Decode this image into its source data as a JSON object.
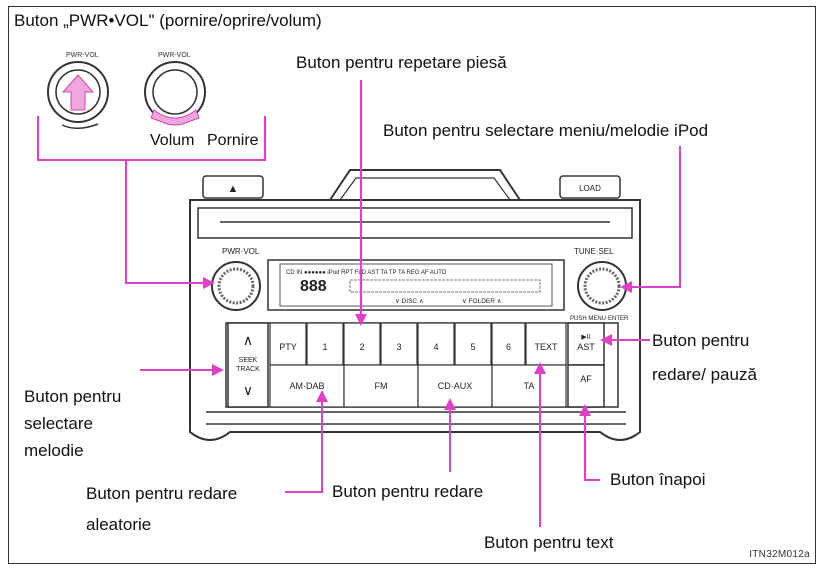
{
  "callouts": {
    "pwr_vol": "Buton „PWR•VOL\" (pornire/oprire/volum)",
    "volum": "Volum",
    "pornire": "Pornire",
    "repeat": "Buton pentru repetare piesă",
    "tune_sel": "Buton pentru selectare meniu/melodie iPod",
    "play_pause_1": "Buton pentru",
    "play_pause_2": "redare/ pauză",
    "seek_1": "Buton pentru",
    "seek_2": "selectare",
    "seek_3": "melodie",
    "random_1": "Buton pentru redare",
    "random_2": "aleatorie",
    "play": "Buton pentru redare",
    "back": "Buton înapoi",
    "text": "Buton pentru text"
  },
  "figure_code": "ITN32M012a",
  "panel": {
    "eject": "▲",
    "load": "LOAD",
    "pwr_vol": "PWR·VOL",
    "tune_sel": "TUNE·SEL",
    "push_enter": "PUSH MENU·ENTER",
    "seek_up": "∧",
    "seek_label_1": "SEEK",
    "seek_label_2": "TRACK",
    "seek_down": "∨",
    "presets": [
      "PTY",
      "1",
      "2",
      "3",
      "4",
      "5",
      "6",
      "TEXT"
    ],
    "band_buttons": [
      "AM·DAB",
      "FM",
      "CD·AUX",
      "TA"
    ],
    "ast_top": "▶II",
    "ast": "AST",
    "af": "AF",
    "knob_label": "PWR-VOL",
    "display_top": "CD IN ●●●●●● iPod RPT FLD AST TA  TP TA REG AF AUTO",
    "display_digits": "888",
    "display_bottom_1": "∨ DISC ∧",
    "display_bottom_2": "∨ FOLDER ∧"
  },
  "colors": {
    "arrow": "#e040c8",
    "outline": "#333333"
  }
}
